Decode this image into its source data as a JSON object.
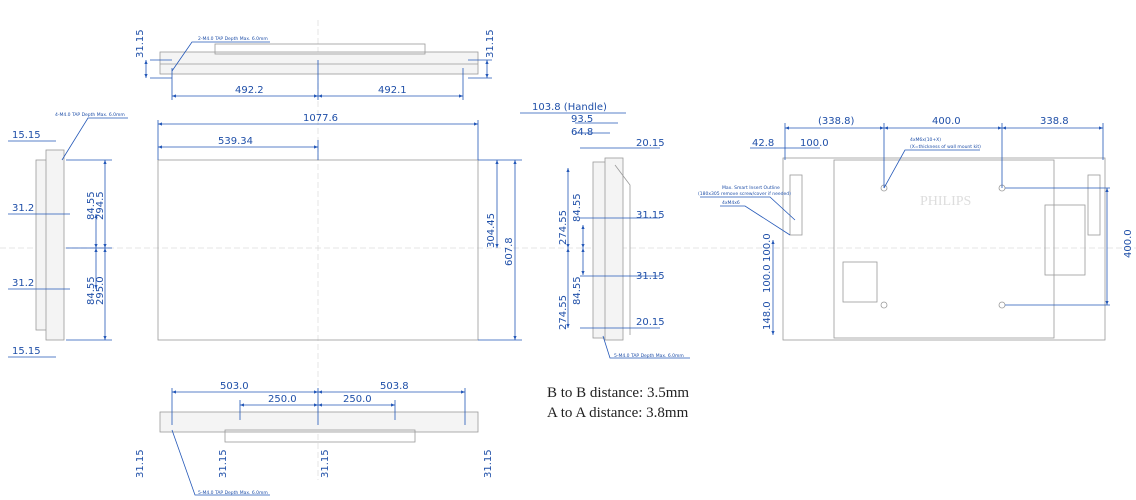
{
  "notes": {
    "top_tap": "2-M4.0 TAP Depth Max. 6.0mm",
    "left_tap": "4-M4.0 TAP Depth Max. 6.0mm",
    "right_tap": "5-M4.0 TAP Depth Max. 6.0mm",
    "bottom_tap": "5-M4.0 TAP Depth Max. 6.0mm",
    "wall_mount": "4xM6x(10+X)",
    "wall_mount_sub": "(X=thickness of wall mount kit)",
    "smart_insert": "Max. Smart Insert Outline",
    "smart_insert_sub": "(180x305 remove screw/cover if needed)",
    "m4": "4xM4x6",
    "brand": "PHILIPS"
  },
  "top_view": {
    "h_left": "31.15",
    "h_right": "31.15",
    "w_left": "492.2",
    "w_right": "492.1"
  },
  "front_view": {
    "width": "1077.6",
    "half_width": "539.34",
    "half_height": "304.45",
    "height": "607.8"
  },
  "left_view": {
    "top": "15.15",
    "bottom": "15.15",
    "off1": "31.2",
    "off2": "31.2",
    "a1": "84.55",
    "b1": "294.5",
    "a2": "84.55",
    "b2": "295.0"
  },
  "right_view": {
    "handle": "103.8 (Handle)",
    "d1": "93.5",
    "d2": "64.8",
    "top": "20.15",
    "mid1": "31.15",
    "mid2": "31.15",
    "bottom": "20.15",
    "v1": "274.55",
    "v2": "274.55",
    "a1": "84.55",
    "a2": "84.55"
  },
  "rear_view": {
    "w_paren": "(338.8)",
    "w_mid": "400.0",
    "w_right": "338.8",
    "left": "42.8",
    "left2": "100.0",
    "h_right": "400.0",
    "v1": "100.0",
    "v2": "100.0",
    "v3": "148.0"
  },
  "bottom_view": {
    "w_left": "503.0",
    "w_right": "503.8",
    "c_left": "250.0",
    "c_right": "250.0",
    "h1": "31.15",
    "h2": "31.15",
    "h3": "31.15",
    "h4": "31.15"
  },
  "distances": {
    "b_to_b": "B to B distance: 3.5mm",
    "a_to_a": "A to A distance: 3.8mm"
  }
}
